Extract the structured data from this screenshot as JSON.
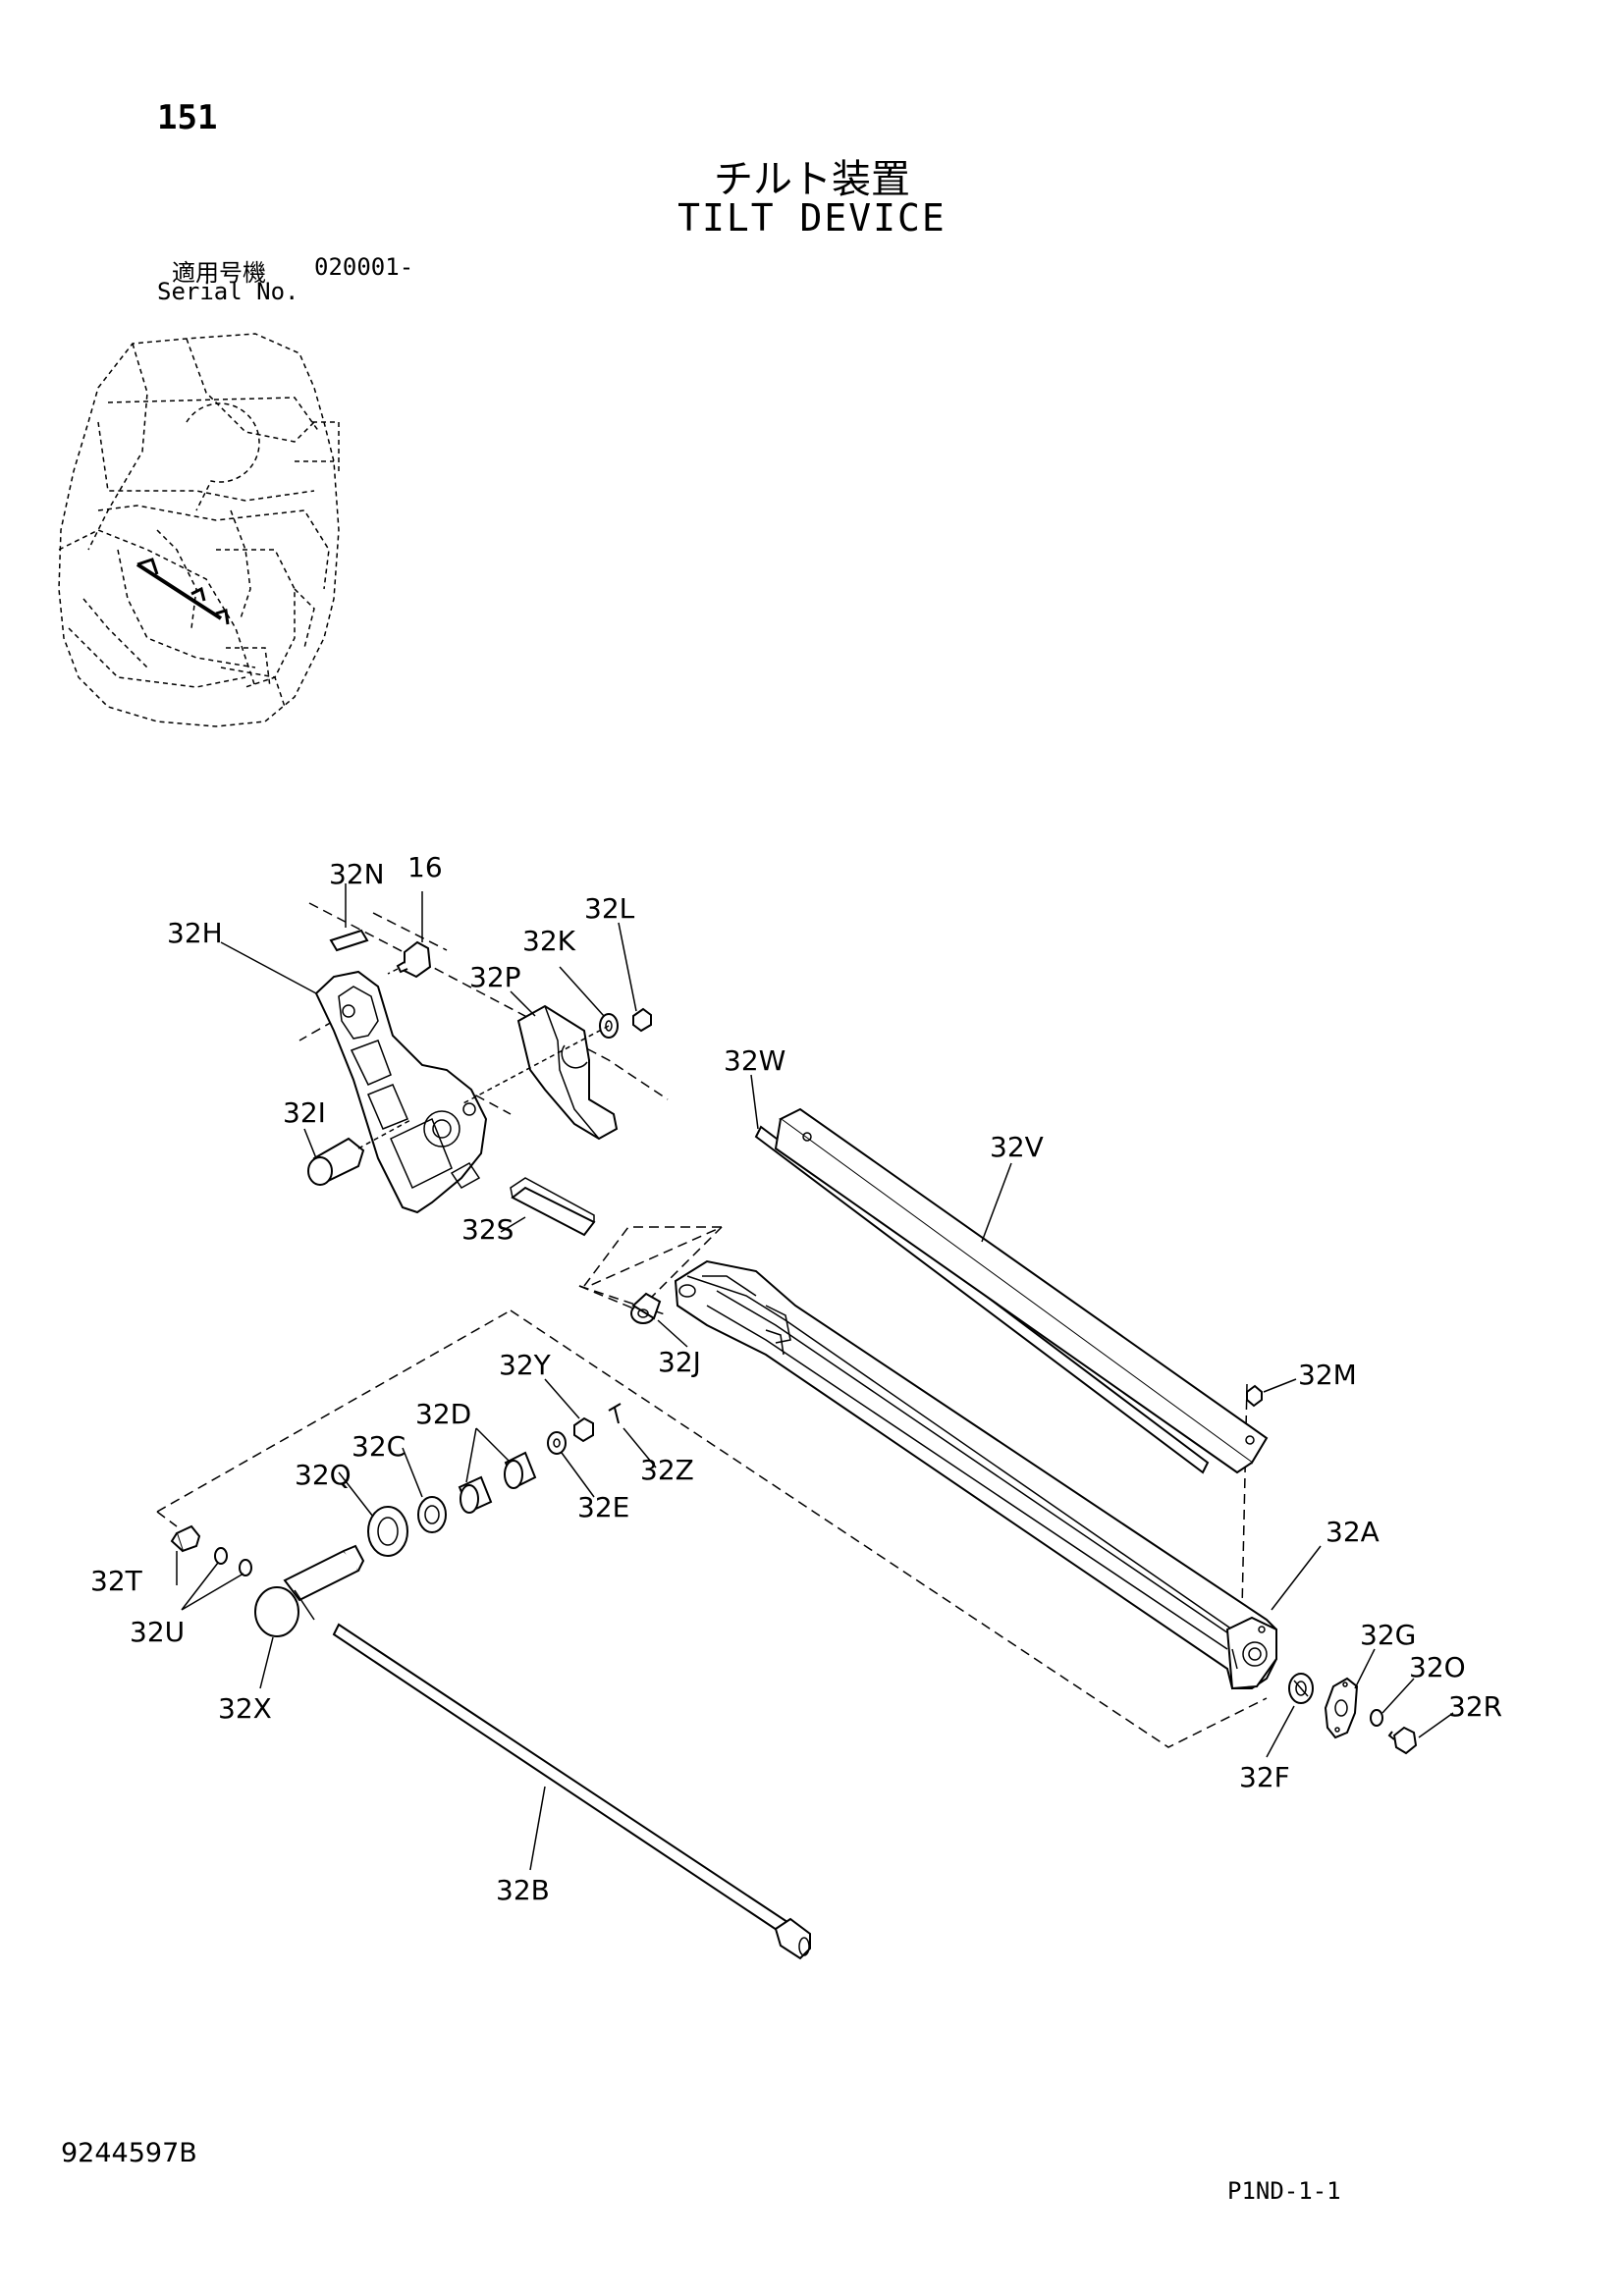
{
  "header": {
    "page_number": "151",
    "title_jp": "チルト装置",
    "title_en": "TILT DEVICE",
    "serial_label_jp": "適用号機",
    "serial_value": "020001-",
    "serial_label_en": "Serial No."
  },
  "callouts": {
    "c32N": "32N",
    "c16": "16",
    "c32L": "32L",
    "c32H": "32H",
    "c32K": "32K",
    "c32P": "32P",
    "c32W": "32W",
    "c32V": "32V",
    "c32I": "32I",
    "c32S": "32S",
    "c32J": "32J",
    "c32M": "32M",
    "c32Y": "32Y",
    "c32D": "32D",
    "c32C": "32C",
    "c32Q": "32Q",
    "c32Z": "32Z",
    "c32E": "32E",
    "c32A": "32A",
    "c32T": "32T",
    "c32U": "32U",
    "c32G": "32G",
    "c32O": "32O",
    "c32R": "32R",
    "c32X": "32X",
    "c32F": "32F",
    "c32B": "32B"
  },
  "footer": {
    "doc_code": "9244597B",
    "page_ref": "P1ND-1-1"
  }
}
